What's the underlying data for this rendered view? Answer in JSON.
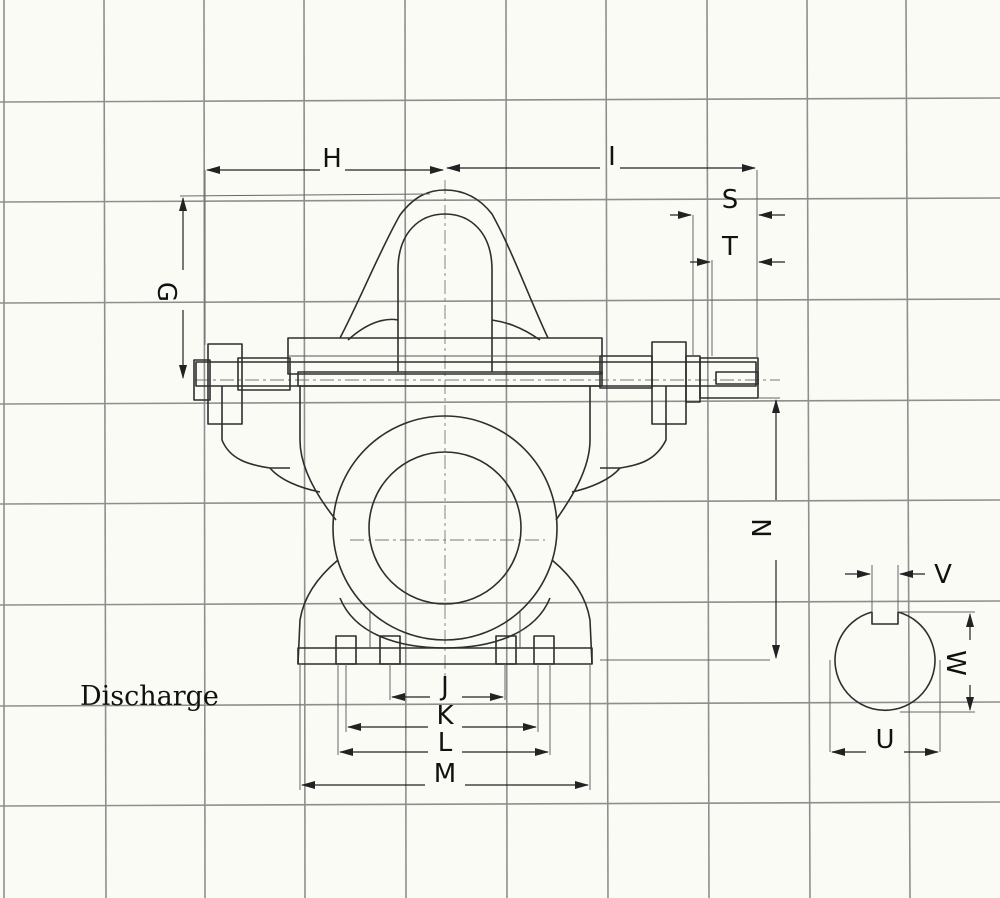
{
  "caption": "Discharge",
  "labels": {
    "G": "G",
    "H": "H",
    "I": "I",
    "S": "S",
    "T": "T",
    "N": "N",
    "J": "J",
    "K": "K",
    "L": "L",
    "M": "M",
    "U": "U",
    "V": "V",
    "W": "W"
  }
}
